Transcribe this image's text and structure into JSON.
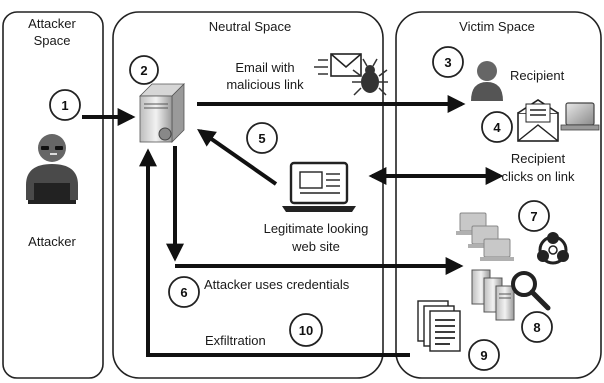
{
  "zones": {
    "attacker": {
      "line1": "Attacker",
      "line2": "Space"
    },
    "neutral": {
      "title": "Neutral Space"
    },
    "victim": {
      "title": "Victim Space"
    }
  },
  "labels": {
    "attacker": "Attacker",
    "email_line1": "Email with",
    "email_line2": "malicious link",
    "recipient": "Recipient",
    "clicks_line1": "Recipient",
    "clicks_line2": "clicks on link",
    "website_line1": "Legitimate looking",
    "website_line2": "web site",
    "credentials": "Attacker uses credentials",
    "exfiltration": "Exfiltration"
  },
  "steps": [
    "1",
    "2",
    "3",
    "4",
    "5",
    "6",
    "7",
    "8",
    "9",
    "10"
  ]
}
